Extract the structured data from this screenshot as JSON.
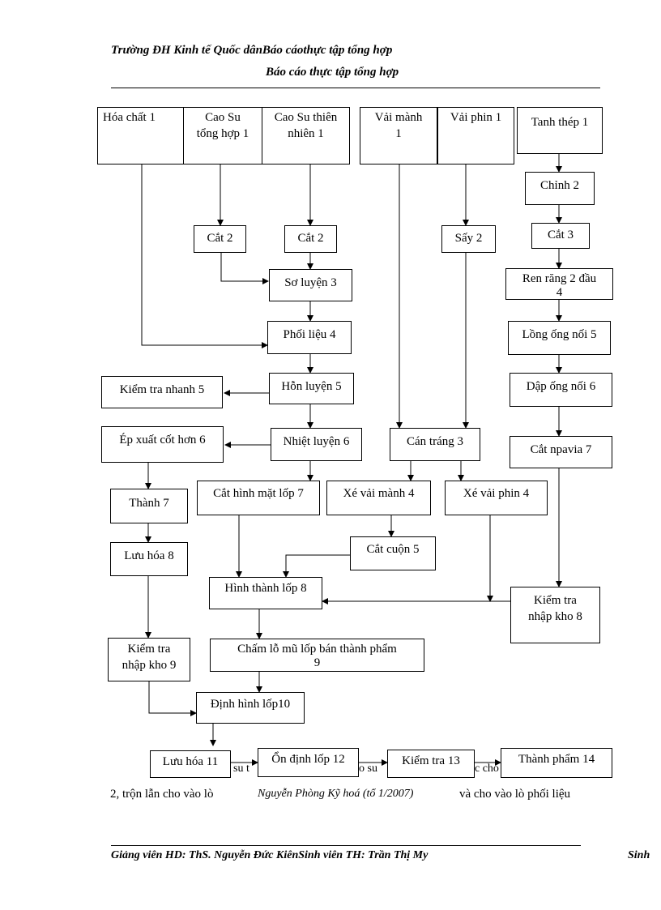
{
  "header": {
    "line1": "Trường ĐH Kinh tế Quốc dânBáo cáothực tập tổng hợp",
    "line2": "Báo cáo thực tập tổng hợp"
  },
  "diagram": {
    "boxes": {
      "hoa_chat": "Hóa chất 1",
      "cao_su_tong_hop": "Cao Su\ntổng hợp 1",
      "cao_su_thien_nhien": "Cao Su thiên\nnhiên 1",
      "vai_manh": "Vải mành\n1",
      "vai_phin": "Vải phin 1",
      "tanh_thep": "Tanh thép 1",
      "cat2_a": "Cắt 2",
      "cat2_b": "Cắt 2",
      "say2": "Sấy 2",
      "chinh2": "Chỉnh 2",
      "cat3": "Cắt 3",
      "so_luyen": "Sơ luyện 3",
      "ren_rang": "Ren răng 2 đầu\n4",
      "phoi_lieu": "Phối liệu 4",
      "long_ong_noi": "Lồng ống nối 5",
      "hon_luyen": "Hỗn luyện 5",
      "kiem_tra_nhanh": "Kiểm tra nhanh 5",
      "dap_ong_noi": "Dập ống nối 6",
      "nhiet_luyen": "Nhiệt luyện 6",
      "ep_xuat": "Ép xuất cốt hơn 6",
      "can_trang": "Cán tráng 3",
      "cat_npavia": "Cắt npavia 7",
      "thanh7": "Thành 7",
      "cat_hinh_mat_lop": "Cắt hình mặt lốp 7",
      "xe_vai_manh": "Xé vải mành 4",
      "xe_vai_phin": "Xé vải phin 4",
      "luu_hoa8": "Lưu hóa 8",
      "cat_cuon": "Cắt cuộn 5",
      "hinh_thanh_lop": "Hình thành lốp 8",
      "kiem_tra_nhap_kho8": "Kiểm tra\nnhập kho 8",
      "kiem_tra_nhap_kho9": "Kiểm tra\nnhập kho 9",
      "cham_lo": "Chấm lỗ mũ lốp bán thành phẩm\n9",
      "dinh_hinh": "Định hình lốp10",
      "luu_hoa11": "Lưu hóa 11",
      "on_dinh": "Ổn định lốp 12",
      "kiem_tra13": "Kiểm tra 13",
      "thanh_pham": "Thành phẩm 14"
    },
    "behind_fragments": {
      "f1": "su t",
      "f2": "o su",
      "f3": "c cho"
    }
  },
  "body_text": {
    "line": "2, trộn lẫn cho vào lò",
    "line_tail": "và cho vào lò phối liệu",
    "overlap": "Nguyễn Phòng Kỹ hoá (tổ 1/2007)"
  },
  "footer": {
    "left": "Giảng viên HD: ThS. Nguyễn Đức KiênSinh viên TH: Trần Thị My",
    "right": "Sinh"
  }
}
